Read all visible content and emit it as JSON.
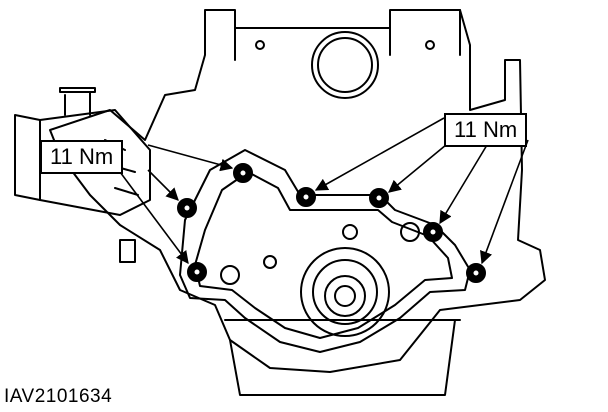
{
  "labels": {
    "torque_left": "11 Nm",
    "torque_right": "11 Nm"
  },
  "figure_code": "IAV2101634",
  "colors": {
    "ink": "#000000",
    "paper": "#ffffff"
  }
}
